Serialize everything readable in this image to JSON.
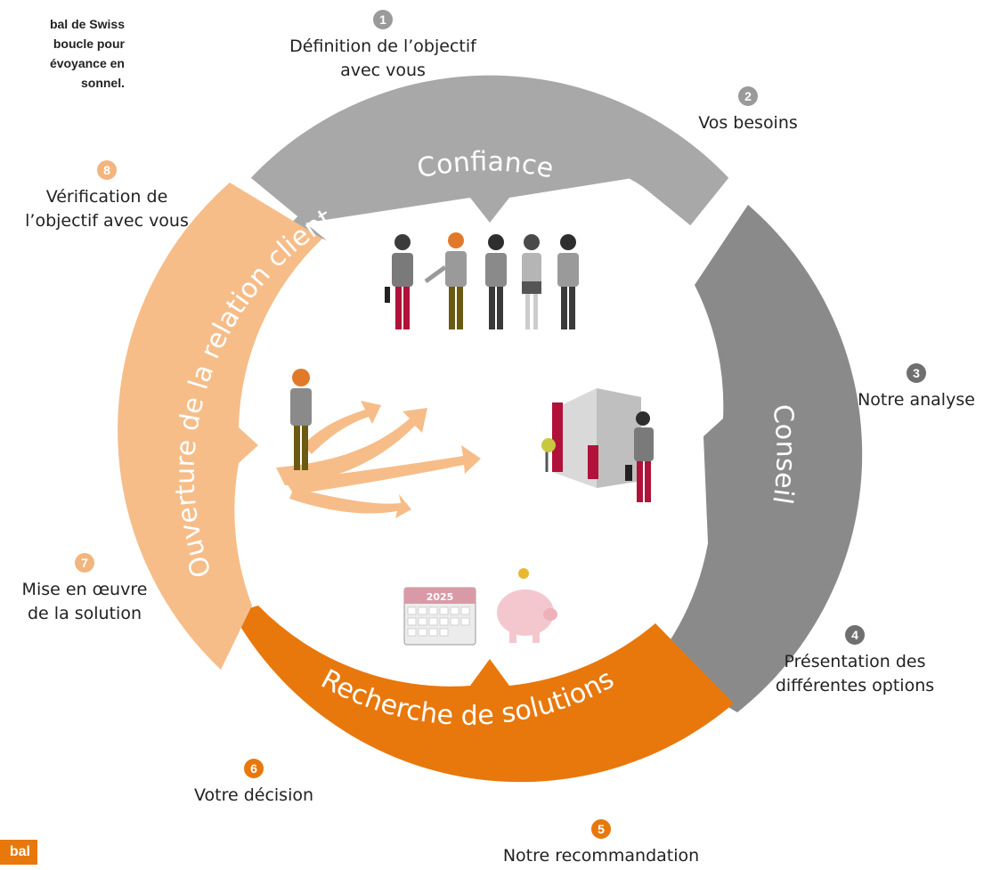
{
  "intro": {
    "lines": [
      "bal de Swiss",
      "boucle pour",
      "évoyance en",
      "sonnel."
    ]
  },
  "footer_tag": "bal",
  "segments": {
    "confiance": "Confiance",
    "conseil": "Conseil",
    "recherche": "Recherche de solutions",
    "ouverture": "Ouverture de la relation client"
  },
  "calendar_year": "2025",
  "steps": [
    {
      "number": "1",
      "lines": [
        "Définition de l’objectif",
        "avec vous"
      ]
    },
    {
      "number": "2",
      "lines": [
        "Vos besoins"
      ]
    },
    {
      "number": "3",
      "lines": [
        "Notre analyse"
      ]
    },
    {
      "number": "4",
      "lines": [
        "Présentation des",
        "différentes options"
      ]
    },
    {
      "number": "5",
      "lines": [
        "Notre recommandation"
      ]
    },
    {
      "number": "6",
      "lines": [
        "Votre décision"
      ]
    },
    {
      "number": "7",
      "lines": [
        "Mise en œuvre",
        "de la solution"
      ]
    },
    {
      "number": "8",
      "lines": [
        "Vérification de",
        "l’objectif avec vous"
      ]
    }
  ],
  "colors": {
    "confiance": "#a8a8a8",
    "conseil": "#8a8a8a",
    "recherche": "#e8780c",
    "ouverture": "#f6bd89"
  }
}
